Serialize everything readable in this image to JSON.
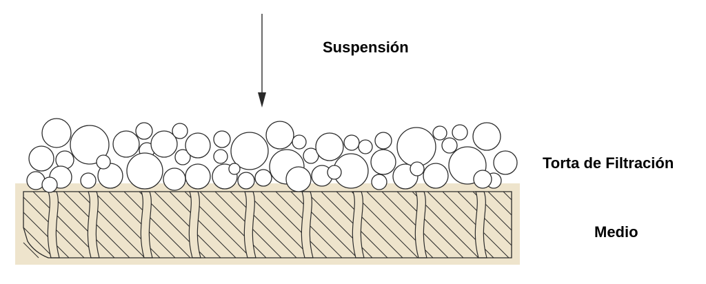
{
  "labels": {
    "suspension": "Suspensión",
    "filter_cake": "Torta de Filtración",
    "medium": "Medio"
  },
  "colors": {
    "medium_fill": "#eee4cc",
    "stroke": "#2a2a2a",
    "particle_fill": "#ffffff",
    "text": "#000000"
  }
}
